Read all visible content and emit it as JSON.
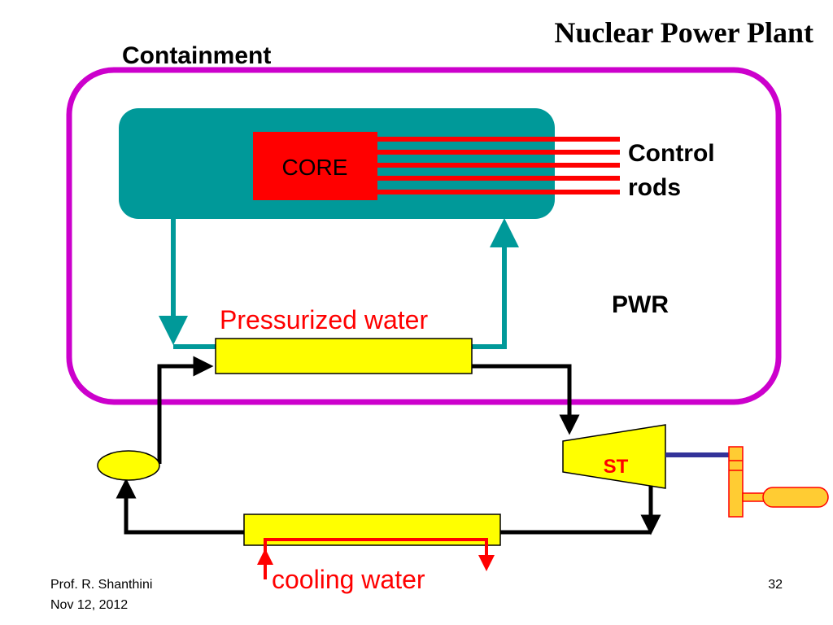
{
  "slide": {
    "title": "Nuclear Power Plant",
    "containment_label": "Containment",
    "core_label": "CORE",
    "control_rods_line1": "Control",
    "control_rods_line2": "rods",
    "reactor_type": "PWR",
    "pressurized_water_label": "Pressurized water",
    "turbine_label": "ST",
    "cooling_water_label": "cooling water",
    "footer_author": "Prof. R. Shanthini",
    "footer_date": "Nov 12, 2012",
    "page_number": "32"
  },
  "colors": {
    "containment": "#cc00cc",
    "reactor_vessel": "#009999",
    "core": "#ff0000",
    "control_rods": "#ff0000",
    "heat_exchanger": "#ffff00",
    "coolant_loop": "#009999",
    "steam_loop": "#000000",
    "cooling_water": "#ff0000",
    "turbine": "#ffff00",
    "shaft": "#333399",
    "generator": "#ffcc33"
  }
}
